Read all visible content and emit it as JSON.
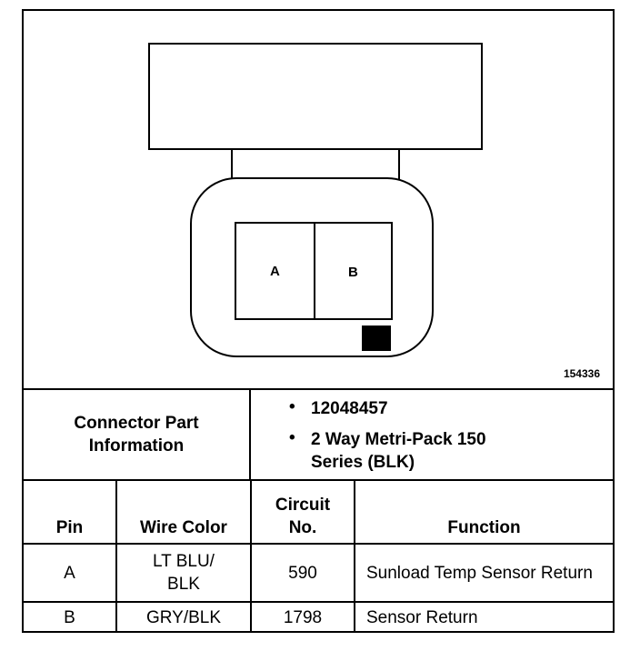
{
  "diagram": {
    "pins": [
      "A",
      "B"
    ],
    "figure_id": "154336"
  },
  "connector_info": {
    "label": "Connector Part Information",
    "bullet": "•",
    "items": [
      "12048457",
      "2 Way Metri-Pack 150 Series (BLK)"
    ]
  },
  "pin_table": {
    "headers": {
      "pin": "Pin",
      "wire_color": "Wire Color",
      "circuit": "Circuit No.",
      "function": "Function"
    },
    "rows": [
      {
        "pin": "A",
        "wire_color": "LT BLU/ BLK",
        "circuit": "590",
        "function": "Sunload Temp Sensor Return"
      },
      {
        "pin": "B",
        "wire_color": "GRY/BLK",
        "circuit": "1798",
        "function": "Sensor Return"
      }
    ]
  }
}
